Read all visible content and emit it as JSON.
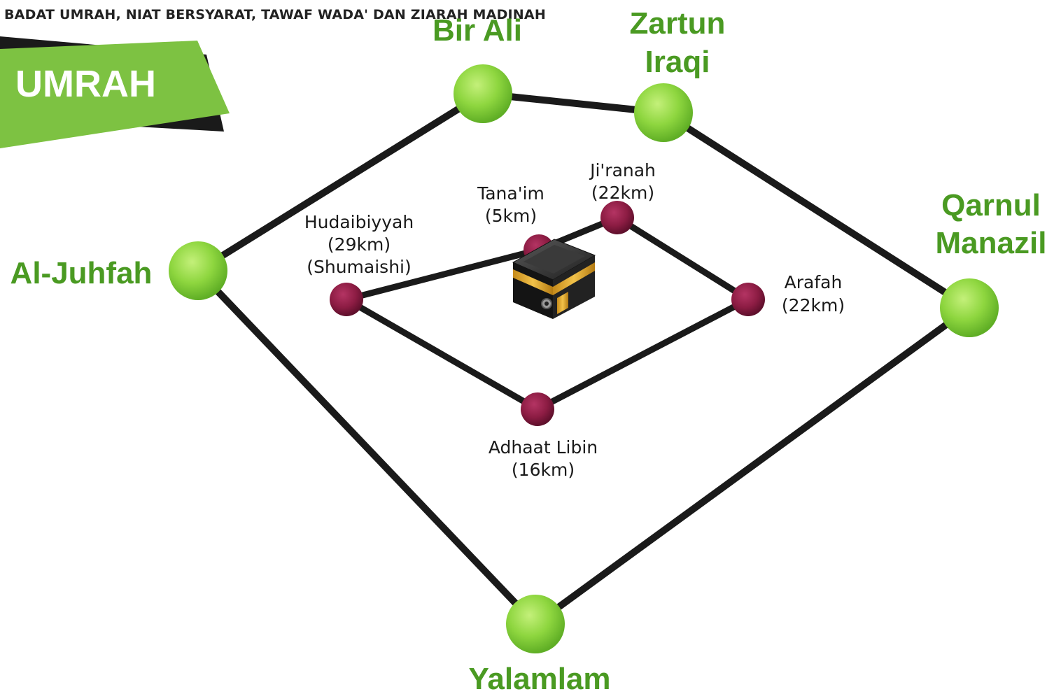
{
  "header": {
    "subtitle": "BADAT UMRAH, NIAT BERSYARAT, TAWAF WADA' DAN  ZIARAH MADINAH"
  },
  "banner": {
    "title": "UMRAH",
    "color": "#7dc242",
    "shadow_color": "#1a1a1a"
  },
  "colors": {
    "outer_node": "#8ed63f",
    "outer_label": "#4a9a22",
    "inner_node": "#8c1c43",
    "inner_label": "#1a1a1a",
    "line": "#1a1a1a"
  },
  "outer_miqat": [
    {
      "id": "bir-ali",
      "label": [
        "Bir Ali"
      ]
    },
    {
      "id": "zartun-iraqi",
      "label": [
        "Zartun",
        "Iraqi"
      ]
    },
    {
      "id": "qarnul-manazil",
      "label": [
        "Qarnul",
        "Manazil"
      ]
    },
    {
      "id": "yalamlam",
      "label": [
        "Yalamlam"
      ]
    },
    {
      "id": "al-juhfah",
      "label": [
        "Al-Juhfah"
      ]
    }
  ],
  "inner_miqat": [
    {
      "id": "jiranah",
      "label": [
        "Ji'ranah",
        "(22km)"
      ]
    },
    {
      "id": "arafah",
      "label": [
        "Arafah",
        "(22km)"
      ]
    },
    {
      "id": "adhaat-libin",
      "label": [
        "Adhaat Libin",
        "(16km)"
      ]
    },
    {
      "id": "hudaibiyyah",
      "label": [
        "Hudaibiyyah",
        "(29km)",
        "(Shumaishi)"
      ]
    },
    {
      "id": "tanaim",
      "label": [
        "Tana'im",
        "(5km)"
      ]
    }
  ],
  "kaaba_icon": "kaaba-icon"
}
